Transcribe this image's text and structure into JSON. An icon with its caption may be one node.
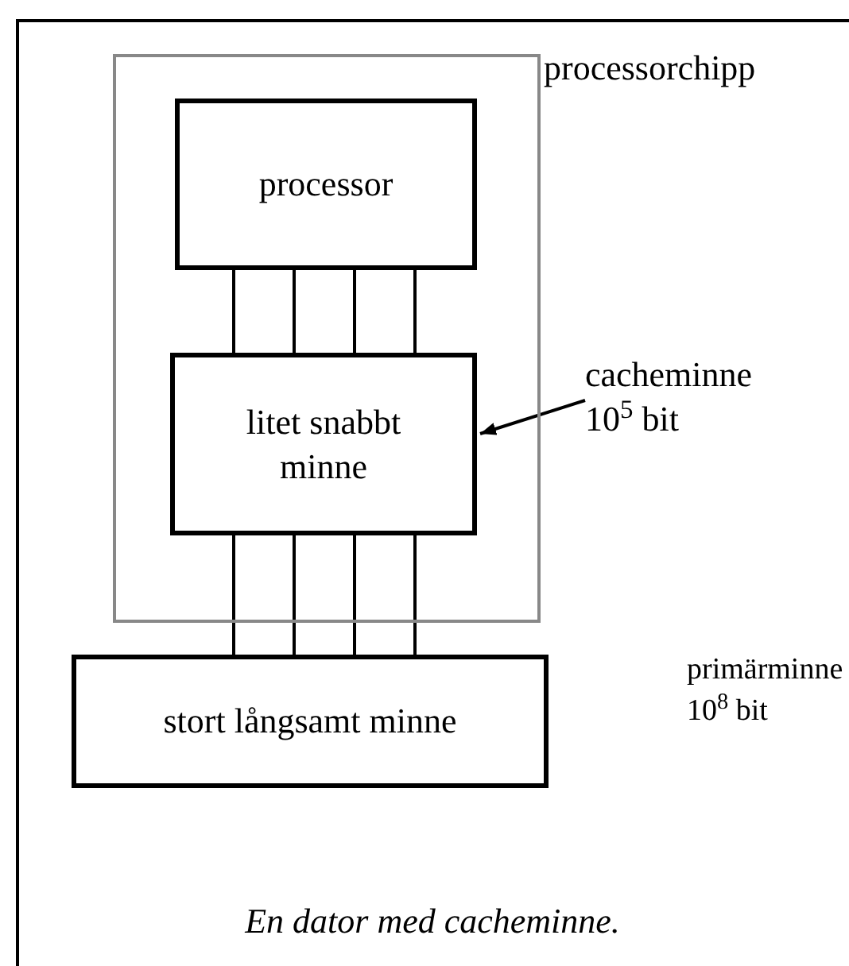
{
  "diagram": {
    "caption": "En dator med cacheminne.",
    "nodes": [
      {
        "text": [
          "processorchipp"
        ]
      },
      {
        "text": [
          "processor"
        ],
        "in": 0
      },
      {
        "text": [
          "litet snabbt minne"
        ],
        "in": 0
      },
      {
        "text": [
          "cacheminne 10$^{5}$ bit"
        ]
      },
      {
        "text": [
          "stort långsamt minne"
        ]
      }
    ],
    "labels": [
      "primärminne 10$^{8}$ bit"
    ],
    "edges": [
      {
        "from": 1,
        "to": 2,
        "arrow": "none"
      },
      {
        "from": 1,
        "to": 2,
        "arrow": "none"
      },
      {
        "from": 1,
        "to": 2,
        "arrow": "none"
      },
      {
        "from": 1,
        "to": 2,
        "arrow": "none"
      },
      {
        "from": 3,
        "to": 2,
        "arrow": "to"
      },
      {
        "from": 2,
        "to": 4,
        "arrow": "none"
      },
      {
        "from": 2,
        "to": 4,
        "arrow": "none"
      },
      {
        "from": 2,
        "to": 4,
        "arrow": "none"
      },
      {
        "from": 2,
        "to": 4,
        "arrow": "none"
      }
    ]
  }
}
